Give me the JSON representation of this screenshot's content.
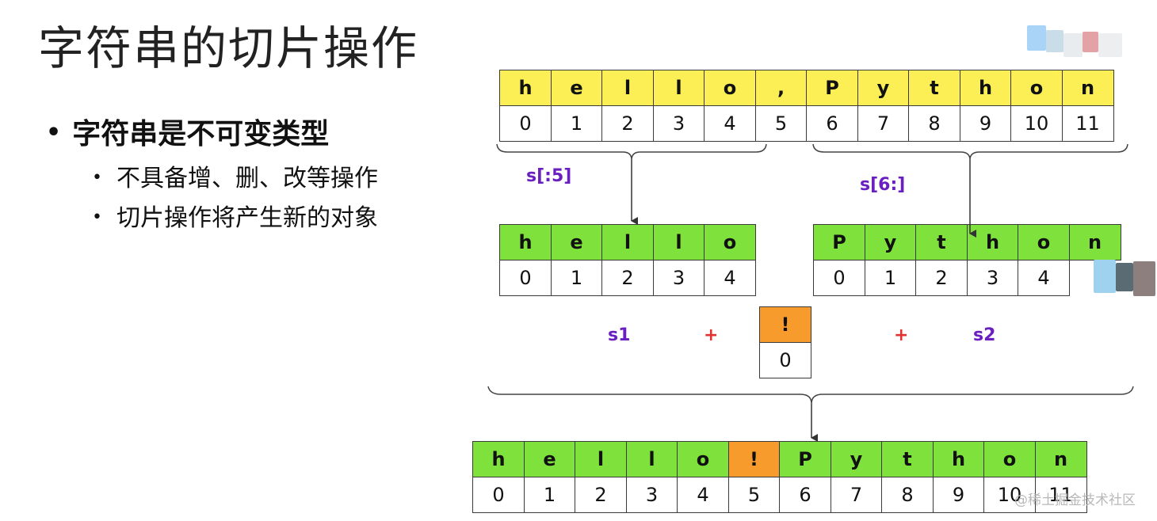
{
  "title": "字符串的切片操作",
  "bullets": {
    "main": "字符串是不可变类型",
    "sub1": "不具备增、删、改等操作",
    "sub2": "切片操作将产生新的对象"
  },
  "original": {
    "chars": [
      "h",
      "e",
      "l",
      "l",
      "o",
      ",",
      "P",
      "y",
      "t",
      "h",
      "o",
      "n"
    ],
    "indices": [
      "0",
      "1",
      "2",
      "3",
      "4",
      "5",
      "6",
      "7",
      "8",
      "9",
      "10",
      "11"
    ]
  },
  "slice_labels": {
    "left": "s[:5]",
    "right": "s[6:]"
  },
  "s1": {
    "chars": [
      "h",
      "e",
      "l",
      "l",
      "o"
    ],
    "indices": [
      "0",
      "1",
      "2",
      "3",
      "4"
    ]
  },
  "s2": {
    "chars": [
      "P",
      "y",
      "t",
      "h",
      "o",
      "n"
    ],
    "indices": [
      "0",
      "1",
      "2",
      "3",
      "4"
    ]
  },
  "concat": {
    "s1_label": "s1",
    "plus1": "+",
    "mid_char": "!",
    "mid_index": "0",
    "plus2": "+",
    "s2_label": "s2"
  },
  "result": {
    "chars": [
      "h",
      "e",
      "l",
      "l",
      "o",
      "!",
      "P",
      "y",
      "t",
      "h",
      "o",
      "n"
    ],
    "indices": [
      "0",
      "1",
      "2",
      "3",
      "4",
      "5",
      "6",
      "7",
      "8",
      "9",
      "10",
      "11"
    ],
    "highlight_index": 5
  },
  "watermark": "@稀土掘金技术社区",
  "colors": {
    "yellow": "#fbef55",
    "green": "#7fe23c",
    "orange": "#f79b2c",
    "label_purple": "#6a20c0",
    "plus_red": "#e53030"
  }
}
